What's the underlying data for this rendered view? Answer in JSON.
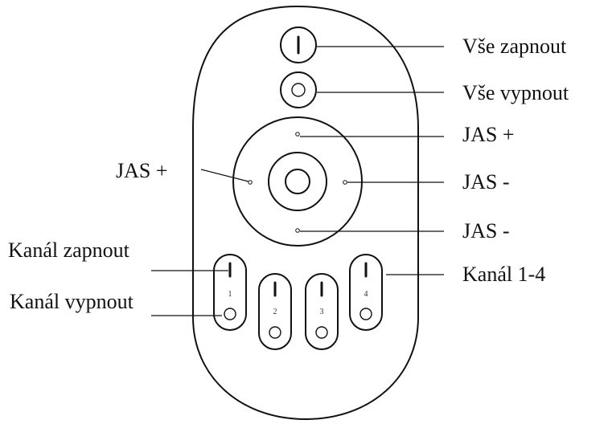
{
  "labels": {
    "all_on": "Vše zapnout",
    "all_off": "Vše vypnout",
    "bright_up_top": "JAS +",
    "bright_up_left": "JAS +",
    "bright_down_right": "JAS -",
    "bright_down_bottom": "JAS -",
    "channel_on": "Kanál zapnout",
    "channel_off": "Kanál vypnout",
    "channels": "Kanál 1-4"
  },
  "channel_numbers": [
    "1",
    "2",
    "3",
    "4"
  ]
}
